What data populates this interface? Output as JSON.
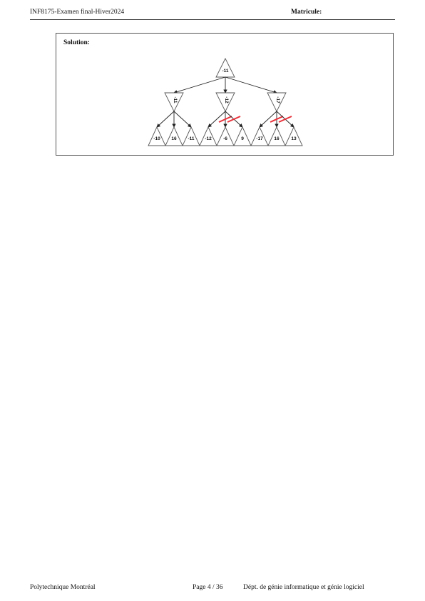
{
  "header": {
    "left": "INF8175-Examen final-Hiver2024",
    "right": "Matricule:"
  },
  "solution": {
    "label": "Solution:"
  },
  "tree": {
    "root": "-11",
    "children": [
      {
        "label": "-11",
        "leaves": [
          "-10",
          "16",
          "-11"
        ],
        "pruned": []
      },
      {
        "label": "-12",
        "leaves": [
          "-12",
          "-6",
          "9"
        ],
        "pruned": [
          1,
          2
        ]
      },
      {
        "label": "-17",
        "leaves": [
          "-17",
          "16",
          "13"
        ],
        "pruned": [
          1,
          2
        ]
      }
    ],
    "colors": {
      "lines": "#555555",
      "prune": "#e8313a"
    }
  },
  "footer": {
    "left": "Polytechnique Montréal",
    "page": "Page 4 / 36",
    "right": "Dépt. de génie informatique et génie logiciel"
  }
}
